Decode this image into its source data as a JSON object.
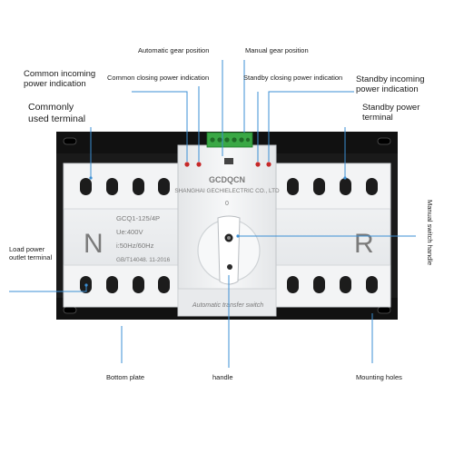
{
  "labels": {
    "automatic_gear_position": "Automatic gear position",
    "manual_gear_position": "Manual gear position",
    "common_incoming_power_indication_l1": "Common incoming",
    "common_incoming_power_indication_l2": "power indication",
    "common_closing_power_indication": "Common closing power indication",
    "standby_closing_power_indication": "Standby closing power indication",
    "standby_incoming_power_indication_l1": "Standby incoming",
    "standby_incoming_power_indication_l2": "power indication",
    "commonly_used_terminal_l1": "Commonly",
    "commonly_used_terminal_l2": "used terminal",
    "standby_power_terminal_l1": "Standby power",
    "standby_power_terminal_l2": "terminal",
    "load_power_outlet_terminal_l1": "Load power",
    "load_power_outlet_terminal_l2": "outlet terminal",
    "manual_switch_handle": "Manual switch handle",
    "bottom_plate": "Bottom plate",
    "handle": "handle",
    "mounting_holes": "Mounting holes"
  },
  "device": {
    "brand": "GCDQCN",
    "manufacturer": "SHANGHAI GECHIELECTRIC CO., LTD",
    "model": "GCQ1-125/4P",
    "voltage": "Ue:400V",
    "frequency": "i:50Hz/60Hz",
    "standard": "GB/T14048. 11-2016",
    "side_left": "N",
    "side_right": "R",
    "position_marker": "0",
    "bottom_strip_text": "Automatic transfer switch"
  },
  "colors": {
    "callout_line": "#3b8fd4",
    "body": "#eef0f2",
    "terminal_hole": "#1c1c1c",
    "base_plate": "#1a1a1a",
    "connector": "#3aa845",
    "led": "#c62828"
  }
}
